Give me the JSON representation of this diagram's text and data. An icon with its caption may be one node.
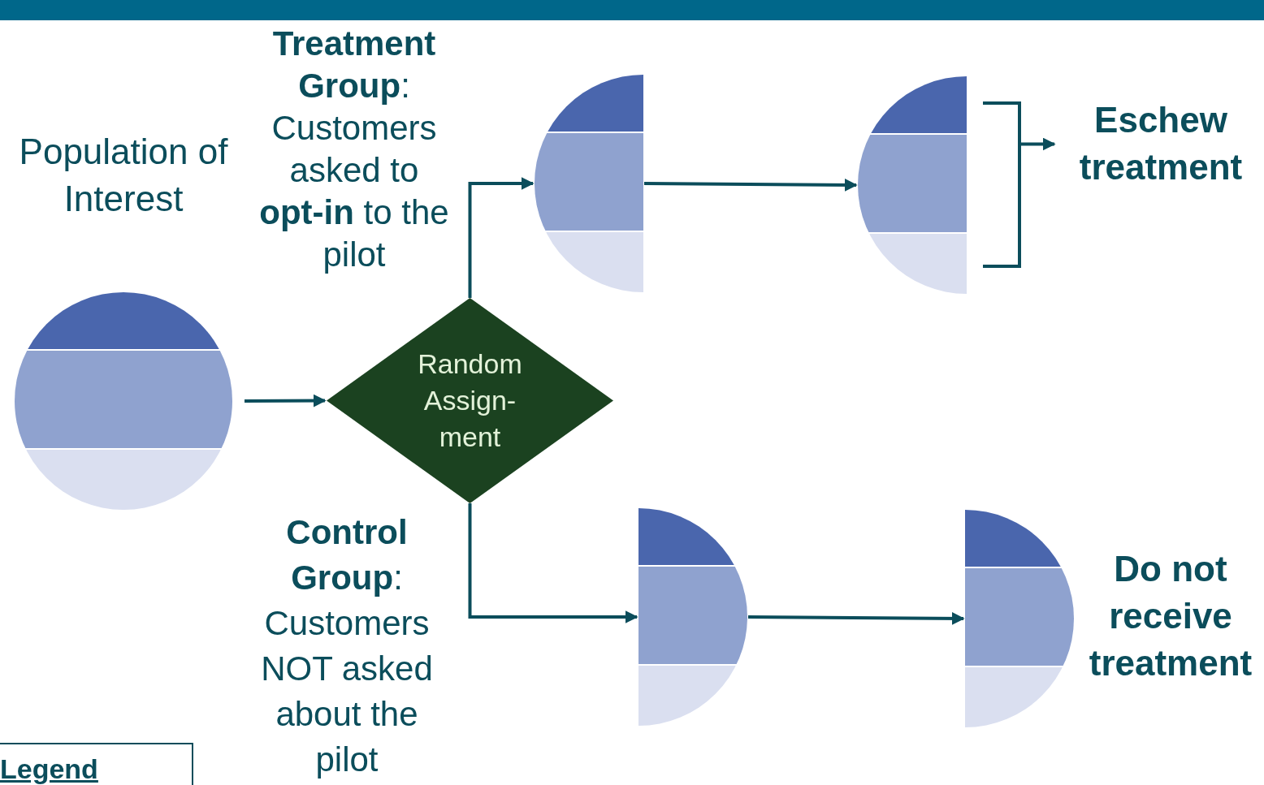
{
  "diagram": {
    "nodes": [
      {
        "text": [
          "Population of Interest"
        ]
      },
      {
        "text": [
          "Random Assign-ment"
        ]
      },
      {
        "text": [],
        "shape": "semicircle"
      },
      {
        "text": [],
        "shape": "semicircle"
      },
      {
        "text": [
          "Eschew treatment"
        ]
      },
      {
        "text": [],
        "shape": "semicircle"
      },
      {
        "text": [],
        "shape": "semicircle",
        "beside": [
          "Do not receive treatment"
        ]
      },
      {
        "text": [
          "Legend"
        ]
      }
    ],
    "edges": [
      {
        "from": 0,
        "to": 1,
        "arrow": "to"
      },
      {
        "from": 1,
        "to": 2,
        "arrow": "to"
      },
      {
        "from": 1,
        "to": 5,
        "arrow": "to"
      },
      {
        "from": 2,
        "to": 3,
        "arrow": "to"
      },
      {
        "from": 3,
        "to": 4,
        "arrow": "to"
      },
      {
        "from": 5,
        "to": 6,
        "arrow": "to"
      }
    ],
    "labels": [
      "**Treatment Group**: Customers asked to **opt-in** to the pilot",
      "**Control Group**: Customers NOT asked about the pilot"
    ]
  }
}
